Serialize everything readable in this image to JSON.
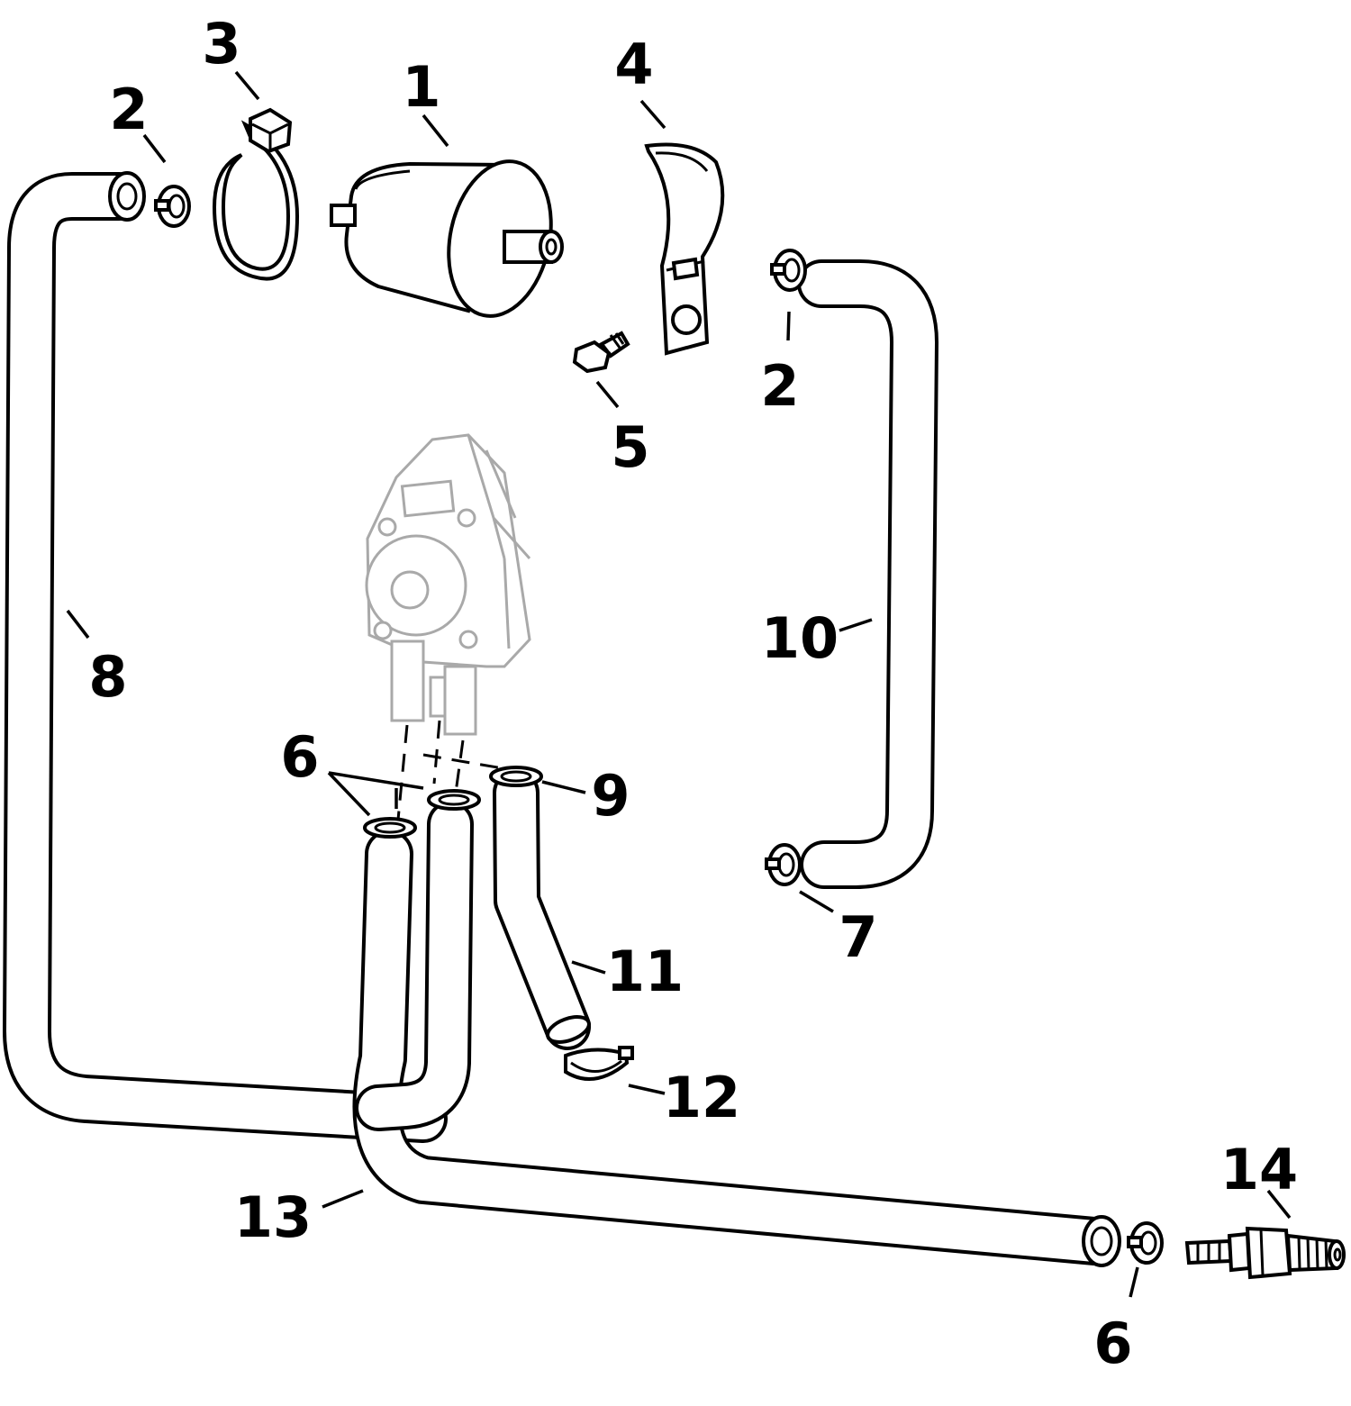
{
  "callouts": [
    {
      "id": "fuel-filter",
      "text": "1"
    },
    {
      "id": "clamp-a",
      "text": "2"
    },
    {
      "id": "clamp-b",
      "text": "2"
    },
    {
      "id": "tie-strap",
      "text": "3"
    },
    {
      "id": "bracket",
      "text": "4"
    },
    {
      "id": "screw",
      "text": "5"
    },
    {
      "id": "clamp-pump",
      "text": "6"
    },
    {
      "id": "clamp-connector",
      "text": "6"
    },
    {
      "id": "clamp-hose10",
      "text": "7"
    },
    {
      "id": "hose-8",
      "text": "8"
    },
    {
      "id": "clamp-9",
      "text": "9"
    },
    {
      "id": "hose-10",
      "text": "10"
    },
    {
      "id": "hose-11",
      "text": "11"
    },
    {
      "id": "clamp-12",
      "text": "12"
    },
    {
      "id": "hose-13",
      "text": "13"
    },
    {
      "id": "connector-14",
      "text": "14"
    }
  ]
}
